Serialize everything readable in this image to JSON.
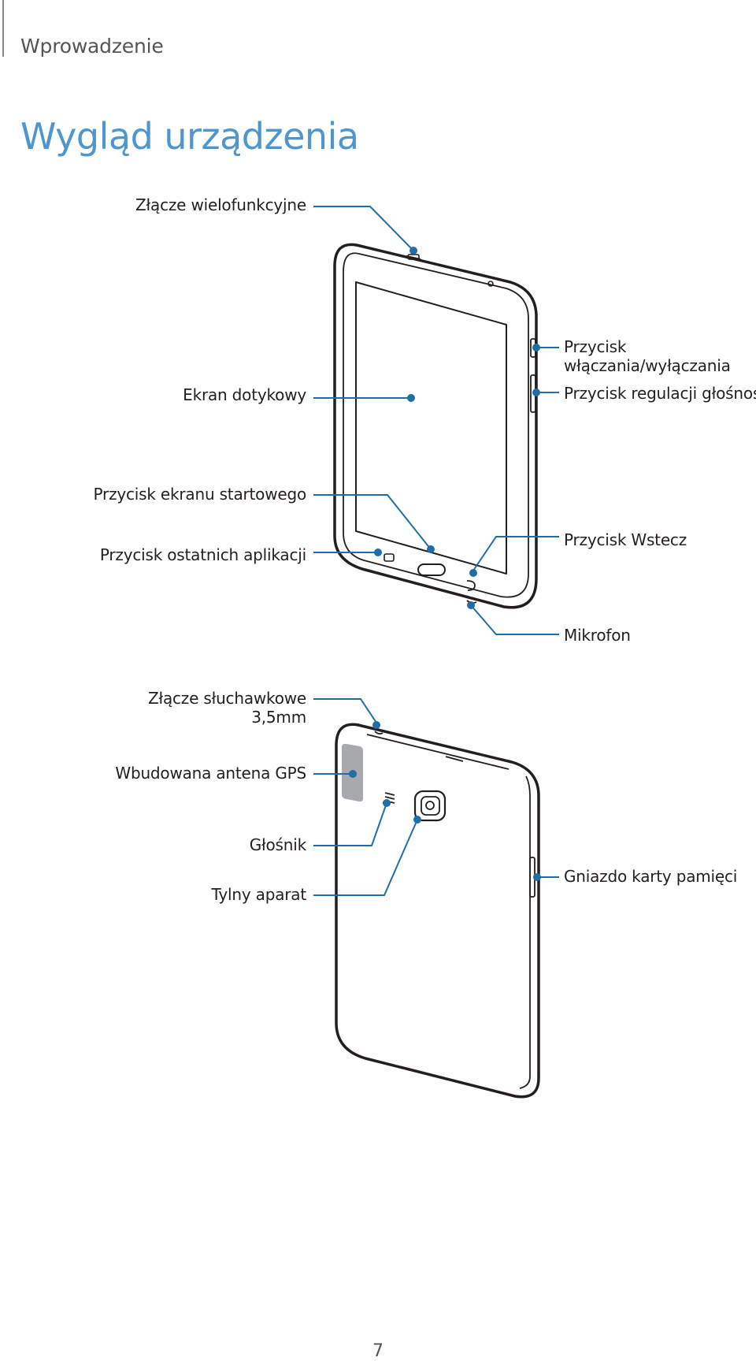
{
  "header": {
    "section": "Wprowadzenie"
  },
  "title": "Wygląd urządzenia",
  "colors": {
    "title": "#4e96cf",
    "callout_line": "#1f6ea8",
    "device_outline": "#231f20",
    "gps_antenna": "#a7a9ac"
  },
  "front_labels": {
    "multifunction_jack": "Złącze wielofunkcyjne",
    "touchscreen": "Ekran dotykowy",
    "power_button_line1": "Przycisk",
    "power_button_line2": "włączania/wyłączania",
    "volume_button": "Przycisk regulacji głośności",
    "home_button": "Przycisk ekranu startowego",
    "recent_apps_button": "Przycisk ostatnich aplikacji",
    "back_button": "Przycisk Wstecz",
    "microphone": "Mikrofon"
  },
  "back_labels": {
    "headset_jack_line1": "Złącze słuchawkowe",
    "headset_jack_line2": "3,5mm",
    "gps_antenna": "Wbudowana antena GPS",
    "speaker": "Głośnik",
    "rear_camera": "Tylny aparat",
    "memory_card_slot": "Gniazdo karty pamięci"
  },
  "footer": {
    "page_number": "7"
  }
}
